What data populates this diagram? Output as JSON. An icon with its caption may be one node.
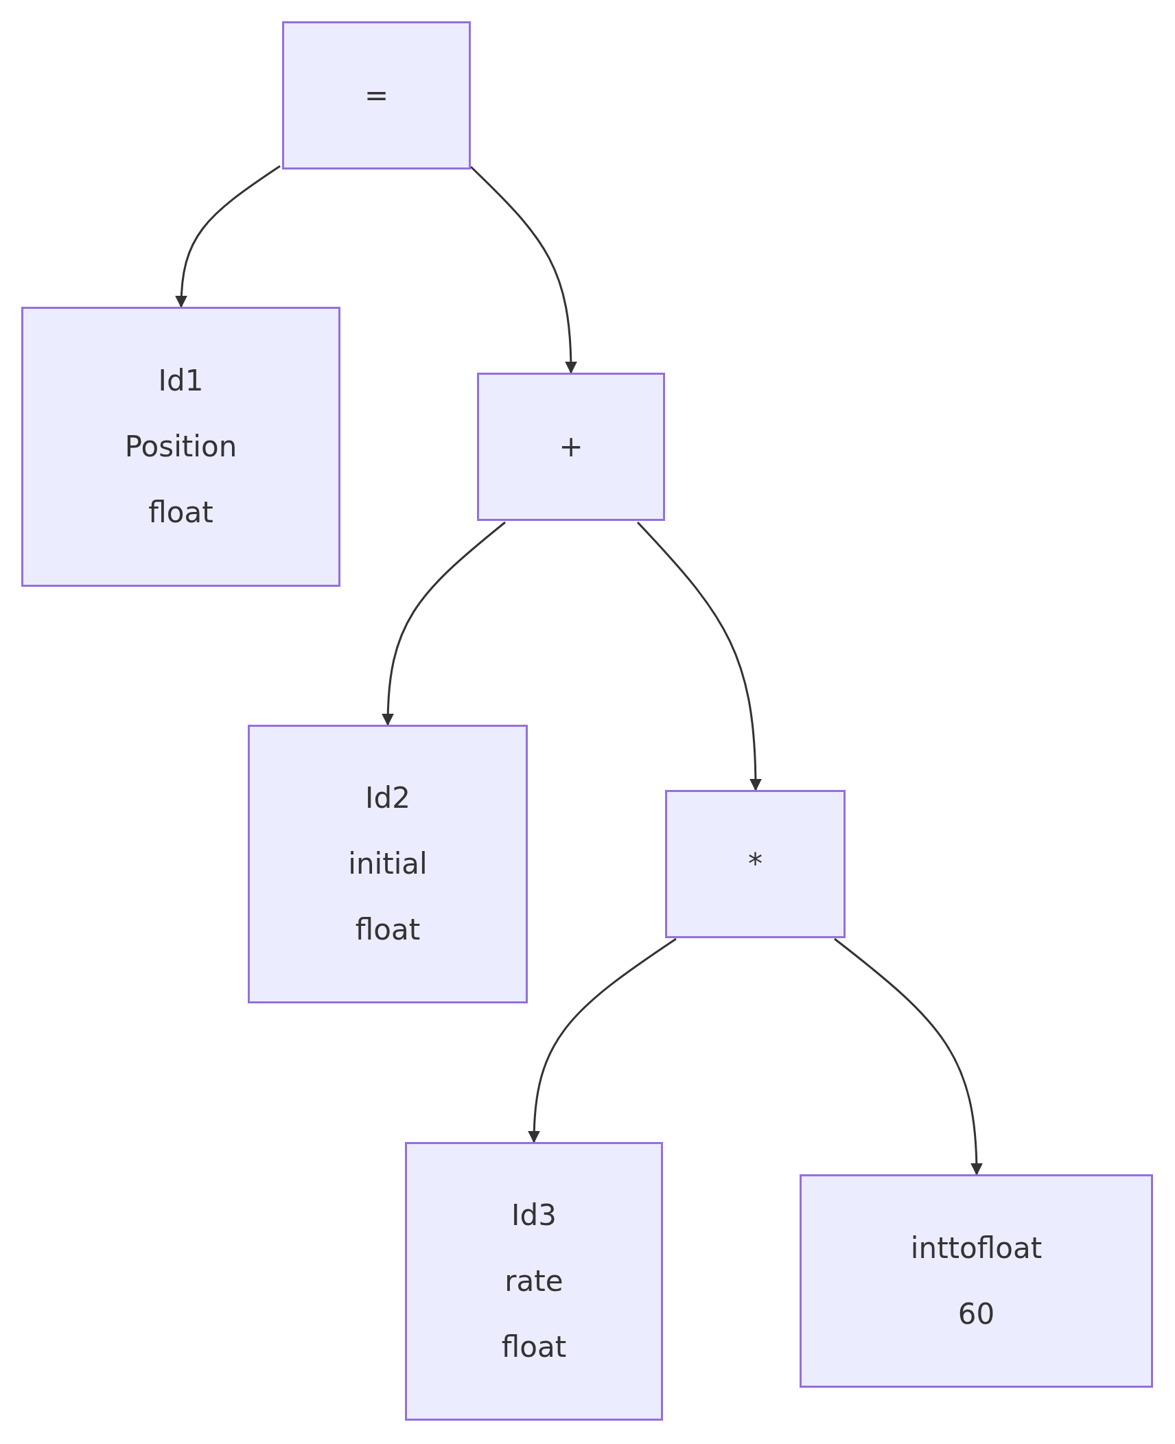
{
  "diagram": {
    "nodes": [
      {
        "text": [
          "="
        ]
      },
      {
        "text": [
          "Id1",
          "Position",
          "float"
        ]
      },
      {
        "text": [
          "+"
        ]
      },
      {
        "text": [
          "Id2",
          "initial",
          "float"
        ]
      },
      {
        "text": [
          "*"
        ]
      },
      {
        "text": [
          "Id3",
          "rate",
          "float"
        ]
      },
      {
        "text": [
          "inttofloat",
          "60"
        ]
      }
    ],
    "edges": [
      {
        "from": 0,
        "to": 1,
        "arrow": "to"
      },
      {
        "from": 0,
        "to": 2,
        "arrow": "to"
      },
      {
        "from": 2,
        "to": 3,
        "arrow": "to"
      },
      {
        "from": 2,
        "to": 4,
        "arrow": "to"
      },
      {
        "from": 4,
        "to": 5,
        "arrow": "to"
      },
      {
        "from": 4,
        "to": 6,
        "arrow": "to"
      }
    ]
  }
}
